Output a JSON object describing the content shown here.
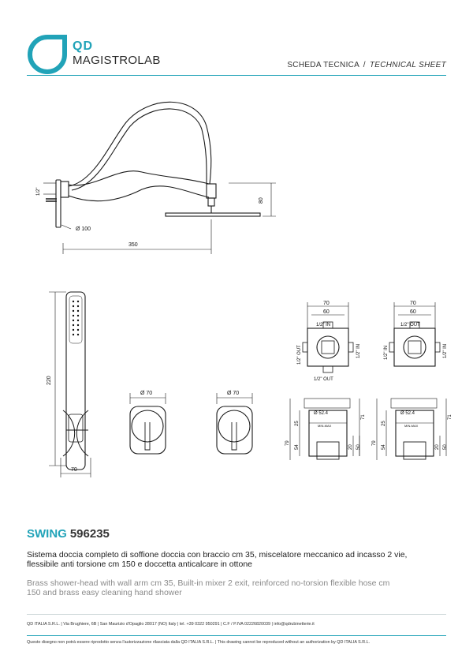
{
  "brand": {
    "qd": "QD",
    "name": "MAGISTROLAB",
    "accent_color": "#21a3b8"
  },
  "header": {
    "sheet_it": "SCHEDA TECNICA",
    "separator": "/",
    "sheet_en": "TECHNICAL SHEET"
  },
  "drawing": {
    "shower_head": {
      "inlet": "1/2\"",
      "height": "80",
      "diameter": "Ø 100",
      "length": "350"
    },
    "hand_shower": {
      "height": "220",
      "width": "70"
    },
    "mixer_1": {
      "diameter": "Ø 70"
    },
    "mixer_2": {
      "diameter": "Ø 70"
    },
    "box_1": {
      "width": "70",
      "inner_width": "60",
      "top": "1/2\" IN",
      "left": "1/2\" OUT",
      "right": "1/2\" IN",
      "bottom": "1/2\" OUT",
      "body_diameter": "Ø 52.4",
      "range_label": "MIN-MAX",
      "dim_79": "79",
      "dim_25": "25",
      "dim_54": "54",
      "dim_71": "71",
      "dim_20": "20",
      "dim_50": "50"
    },
    "box_2": {
      "width": "70",
      "inner_width": "60",
      "top": "1/2\" OUT",
      "left": "1/2\" IN",
      "right": "1/2\" IN",
      "body_diameter": "Ø 52.4",
      "range_label": "MIN-MAX",
      "dim_79": "79",
      "dim_25": "25",
      "dim_54": "54",
      "dim_71": "71",
      "dim_20": "20",
      "dim_50": "50"
    }
  },
  "product": {
    "name": "SWING",
    "code": "596235",
    "description_it": "Sistema doccia completo di soffione doccia con braccio cm 35, miscelatore meccanico ad incasso 2 vie, flessibile anti torsione cm 150 e doccetta anticalcare in ottone",
    "description_en": "Brass shower-head with wall arm cm 35, Built-in mixer 2 exit, reinforced no-torsion flexible hose cm 150 and brass easy cleaning hand shower"
  },
  "footer": {
    "company": "QD ITALIA S.R.L. | Via Brughiere, 6B | San Maurizio d'Opaglio 28017 (NO) Italy | tel. +39 0322 950291 | C.F / P.IVA 02226820039 | info@qdrubinetterie.it",
    "disclaimer": "Questo disegno non potrà essere riprodotto senza l'autorizzazione rilasciata dalla QD ITALIA S.R.L. | This drawing cannot be reproduced without an authorization by QD ITALIA S.R.L."
  }
}
